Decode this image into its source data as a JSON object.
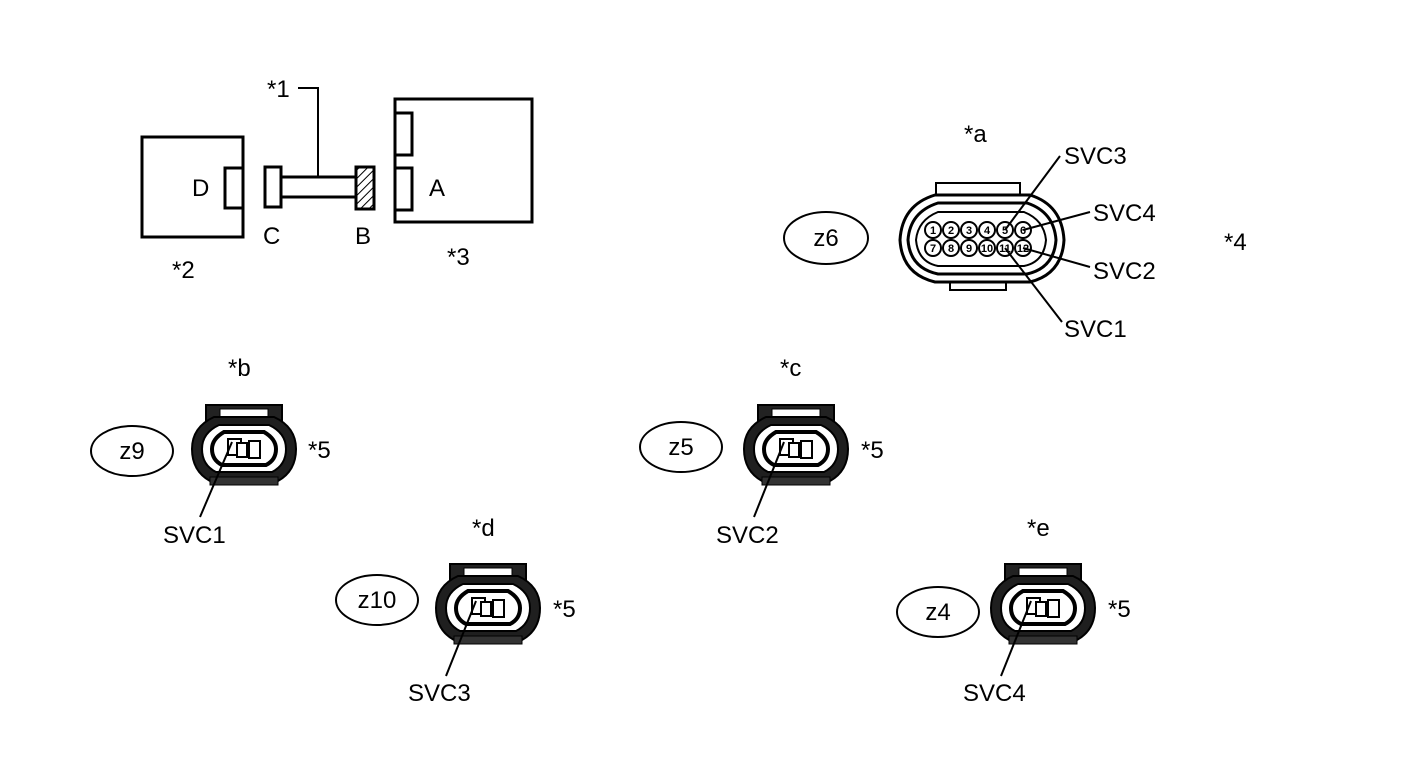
{
  "diagram": {
    "callouts": {
      "c1": "*1",
      "c2": "*2",
      "c3": "*3",
      "c4": "*4",
      "c5": "*5",
      "ca": "*a",
      "cb": "*b",
      "cc": "*c",
      "cd": "*d",
      "ce": "*e"
    },
    "ports": {
      "a": "A",
      "b": "B",
      "c": "C",
      "d": "D"
    },
    "connectors": {
      "main": {
        "code": "z6",
        "pins_top": [
          "1",
          "2",
          "3",
          "4",
          "5",
          "6"
        ],
        "pins_bottom": [
          "7",
          "8",
          "9",
          "10",
          "11",
          "12"
        ],
        "terminals": {
          "svc3": "SVC3",
          "svc4": "SVC4",
          "svc2": "SVC2",
          "svc1": "SVC1"
        }
      },
      "b": {
        "code": "z9",
        "terminal": "SVC1"
      },
      "c": {
        "code": "z5",
        "terminal": "SVC2"
      },
      "d": {
        "code": "z10",
        "terminal": "SVC3"
      },
      "e": {
        "code": "z4",
        "terminal": "SVC4"
      }
    }
  }
}
